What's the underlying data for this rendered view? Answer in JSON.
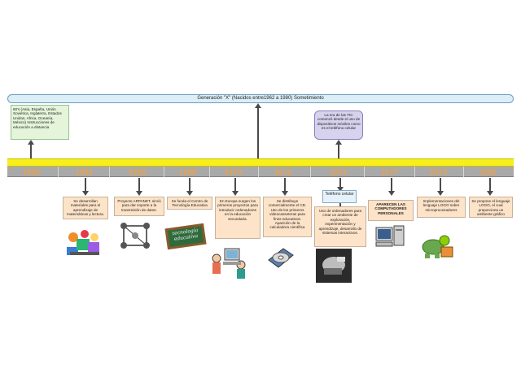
{
  "title": "Generación \"X\" (Nacidos entre1962 a 1980) Sometimiento",
  "top_boxes": {
    "left": "60's (Asia, España, Unión Soviética, Inglaterra, Estados Unidos, Africa, Oceanía, México) Instrucciones de educación a distancia",
    "right": "La era de las TIC comenzó desde el uso de dispositivos móviles como es el teléfono celular"
  },
  "years": [
    "1962",
    "1963",
    "1965",
    "1969",
    "1970",
    "1972",
    "1973",
    "1977",
    "1979",
    "1980"
  ],
  "events": [
    {
      "id": "1963",
      "text": "Se desarrollan materiales para el aprendizaje de matemáticas y lectura."
    },
    {
      "id": "1965",
      "text": "Proyecto ARPANET, sirvió para dar soporte a la transmisión de datos."
    },
    {
      "id": "1969",
      "text": "Se funda el Centro de Tecnología Educativa"
    },
    {
      "id": "1970",
      "text": "En Europa surgen los primeros proyectos para introducir ordenadores en la educación secundaria."
    },
    {
      "id": "1972",
      "text": "Se distribuye comercialmente el CD. Uso de los primeros videocasseteras para fines educativos. Aparición de la calculadora científica"
    },
    {
      "id": "1973",
      "text": "Uso de ordenadores para crear un ambiente de exploración, experimentación y aprendizaje, desarrollo de sistemas interactivos."
    },
    {
      "id": "1977",
      "text": "APARECEN LAS COMPUTADORES PERSONALES"
    },
    {
      "id": "1979",
      "text": "Implementaciones del lenguaje LOGO sobre microprocesadores"
    },
    {
      "id": "1980",
      "text": "Se propone el lenguaje LOGO, el cual proporciona un ambiente gráfico"
    }
  ],
  "phone_label": "Teléfono celular",
  "chalkboard_text": "tecnología educativa",
  "colors": {
    "year_text": "#f0a040",
    "band": "#f7ee1b",
    "peach": "#fde3c8"
  }
}
